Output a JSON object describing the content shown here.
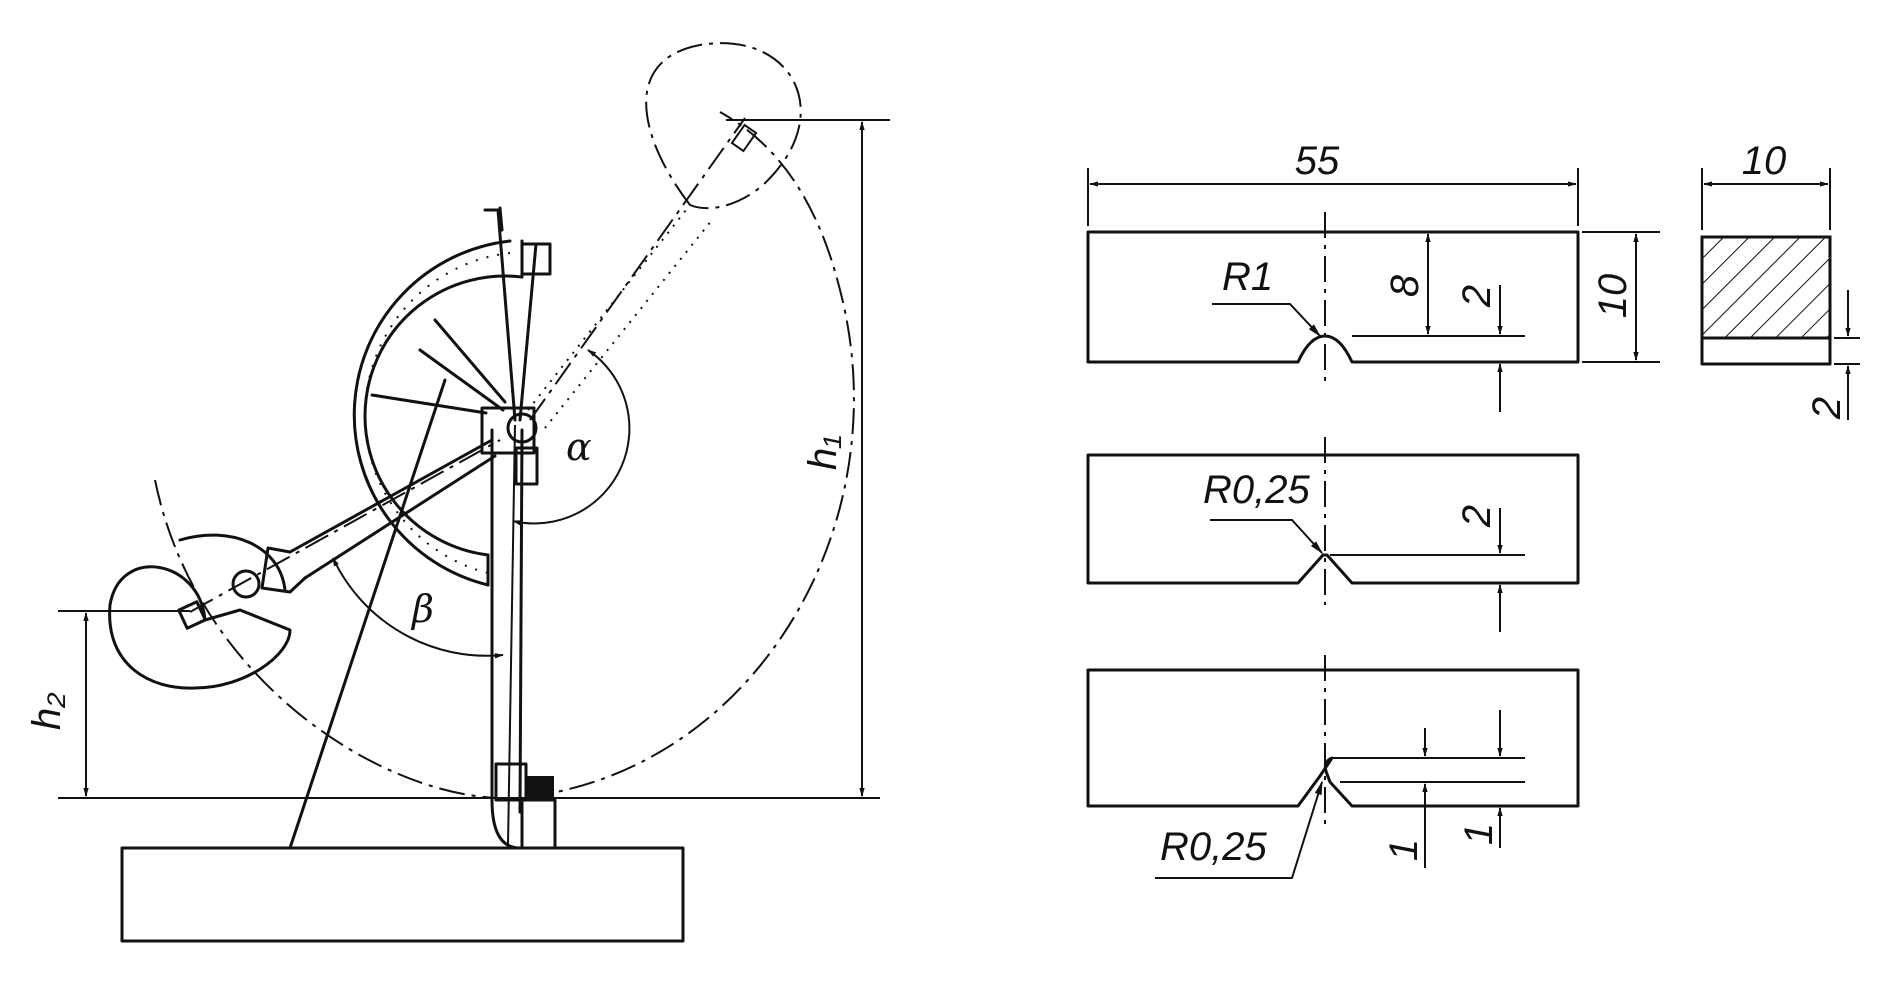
{
  "pendulum": {
    "h1": "h₁",
    "h2": "h₂",
    "alpha": "α",
    "beta": "β"
  },
  "specimens": {
    "length": "55",
    "width": "10",
    "height": "10",
    "u_notch_radius": "R1",
    "u_notch_ligament": "8",
    "u_notch_depth": "2",
    "v_notch_radius": "R0,25",
    "v_notch_depth": "2",
    "crack_notch_radius": "R0,25",
    "crack_depth_1": "1",
    "crack_depth_2": "1",
    "section_depth": "2"
  }
}
